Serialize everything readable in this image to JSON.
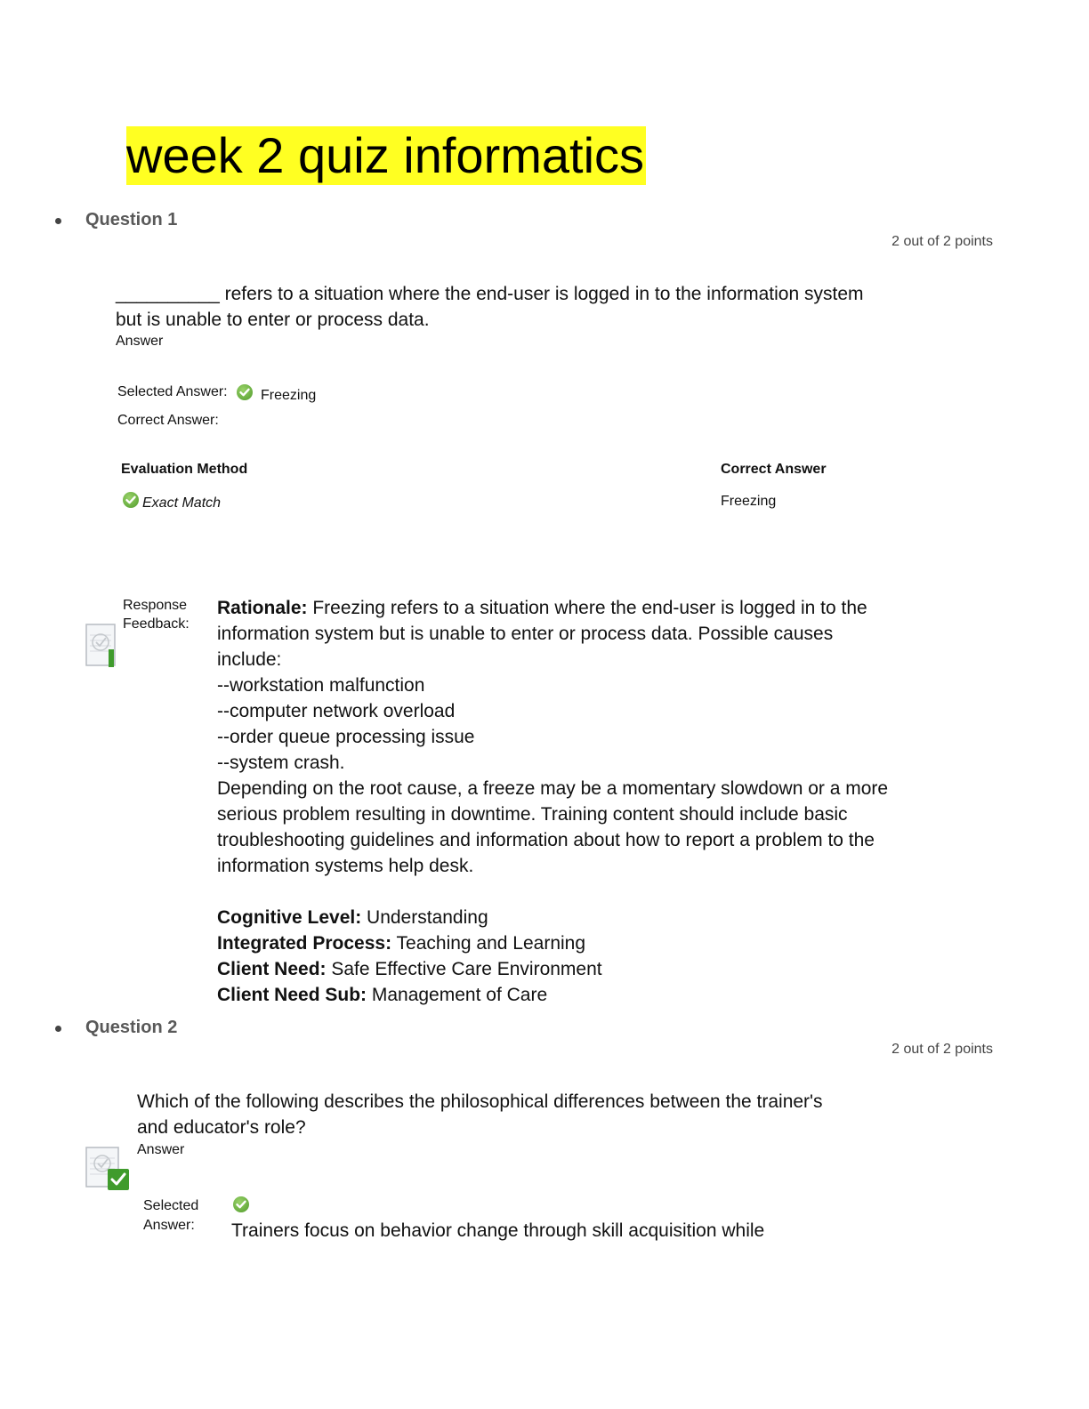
{
  "title": "week 2 quiz informatics",
  "icons": {
    "check": "check-circle-icon",
    "feedback": "feedback-document-icon"
  },
  "colors": {
    "highlight": "#ffff22",
    "check": "#5aa832"
  },
  "q1": {
    "heading": "Question 1",
    "points": "2 out of 2 points",
    "text_line1": "__________ refers to a situation where the end-user is logged in to the information system",
    "text_line2": "but is unable to enter or process data.",
    "answer_label": "Answer",
    "selected_label": "Selected Answer:",
    "selected_value": "Freezing",
    "correct_label": "Correct Answer:",
    "eval_header": "Evaluation Method",
    "correct_header": "Correct Answer",
    "eval_value": "Exact Match",
    "correct_value": "Freezing",
    "feedback_label_1": "Response",
    "feedback_label_2": "Feedback:",
    "rationale_label": "Rationale:",
    "rationale_line1": " Freezing refers to a situation where the end-user is logged in to the",
    "rationale_line2": "information system but is unable to enter or process data. Possible causes",
    "rationale_line3": "include:",
    "cause1": "--workstation malfunction",
    "cause2": "--computer network overload",
    "cause3": "--order queue processing issue",
    "cause4": "--system crash.",
    "para_line1": "Depending on the root cause, a freeze may be a momentary slowdown or a more",
    "para_line2": "serious problem resulting in downtime. Training content should include basic",
    "para_line3": "troubleshooting guidelines and information about how to report a problem to the",
    "para_line4": "information systems help desk.",
    "cognitive_label": "Cognitive Level:",
    "cognitive_value": " Understanding",
    "process_label": "Integrated Process:",
    "process_value": " Teaching and Learning",
    "need_label": "Client Need:",
    "need_value": " Safe Effective Care Environment",
    "needsub_label": "Client Need Sub:",
    "needsub_value": " Management of Care"
  },
  "q2": {
    "heading": "Question 2",
    "points": "2 out of 2 points",
    "text_line1": "Which of the following describes the philosophical differences between the trainer's",
    "text_line2": "and educator's role?",
    "answer_label": "Answer",
    "selected_label_1": "Selected",
    "selected_label_2": "Answer:",
    "selected_value": "Trainers focus on behavior change through skill acquisition while"
  }
}
